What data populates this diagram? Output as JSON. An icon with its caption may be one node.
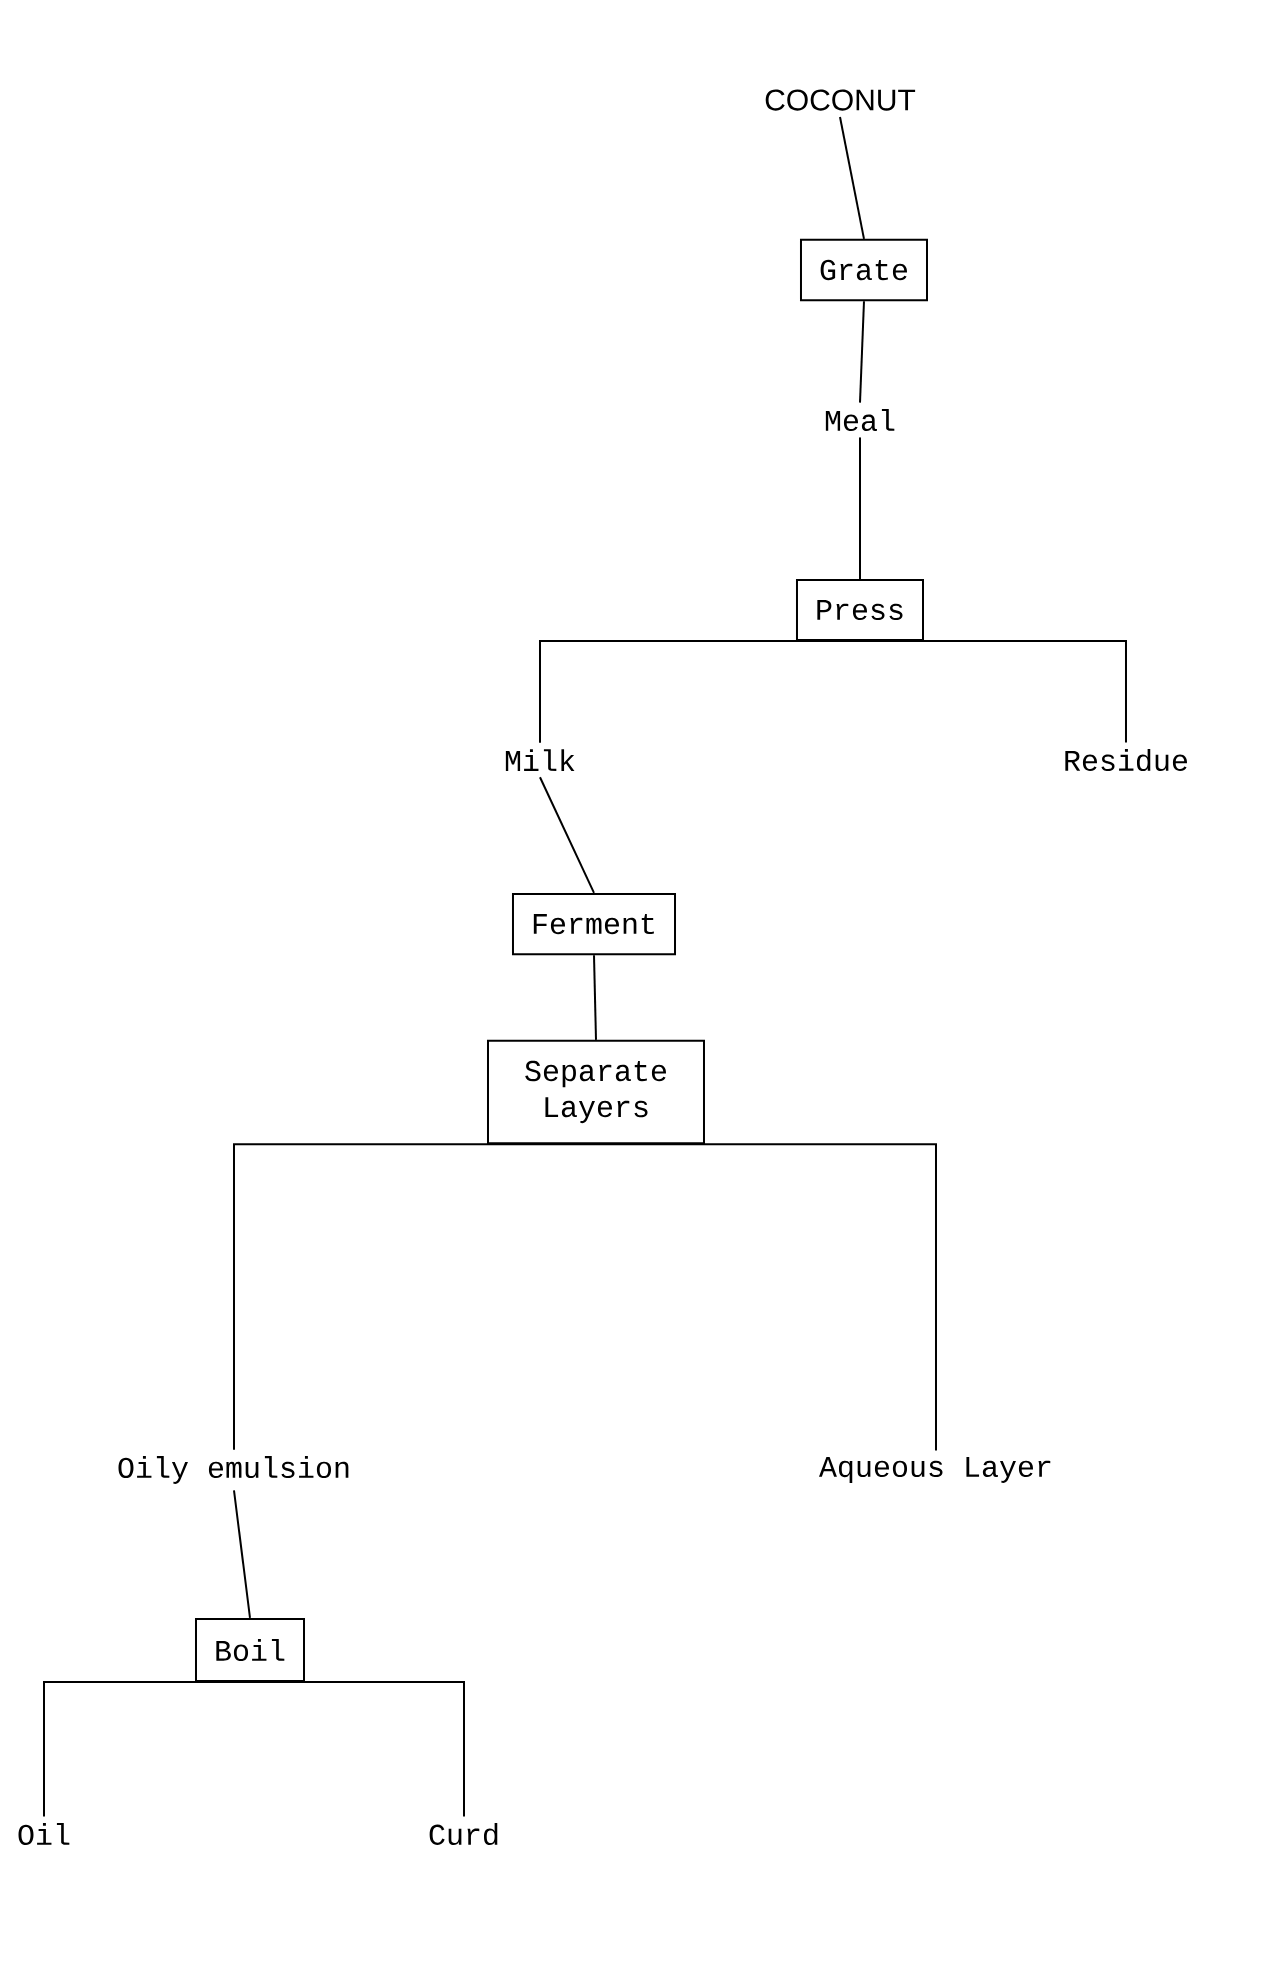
{
  "diagram": {
    "nodes": [
      {
        "text": [
          "COCONUT"
        ]
      },
      {
        "text": [
          "Grate"
        ]
      },
      {
        "text": [
          "Meal"
        ]
      },
      {
        "text": [
          "Press"
        ]
      },
      {
        "text": [
          "Milk"
        ]
      },
      {
        "text": [
          "Residue"
        ]
      },
      {
        "text": [
          "Ferment"
        ]
      },
      {
        "text": [
          "Separate Layers"
        ]
      },
      {
        "text": [
          "Oily emulsion"
        ]
      },
      {
        "text": [
          "Aqueous Layer"
        ]
      },
      {
        "text": [
          "Boil"
        ]
      },
      {
        "text": [
          "Oil"
        ]
      },
      {
        "text": [
          "Curd"
        ]
      }
    ],
    "edges": [
      {
        "from": 0,
        "to": 1,
        "arrow": "none"
      },
      {
        "from": 1,
        "to": 2,
        "arrow": "none"
      },
      {
        "from": 2,
        "to": 3,
        "arrow": "none"
      },
      {
        "from": 3,
        "to": 4,
        "arrow": "none"
      },
      {
        "from": 3,
        "to": 5,
        "arrow": "none"
      },
      {
        "from": 4,
        "to": 6,
        "arrow": "none"
      },
      {
        "from": 6,
        "to": 7,
        "arrow": "none"
      },
      {
        "from": 7,
        "to": 8,
        "arrow": "none"
      },
      {
        "from": 7,
        "to": 9,
        "arrow": "none"
      },
      {
        "from": 8,
        "to": 10,
        "arrow": "none"
      },
      {
        "from": 10,
        "to": 11,
        "arrow": "none"
      },
      {
        "from": 10,
        "to": 12,
        "arrow": "none"
      }
    ]
  }
}
